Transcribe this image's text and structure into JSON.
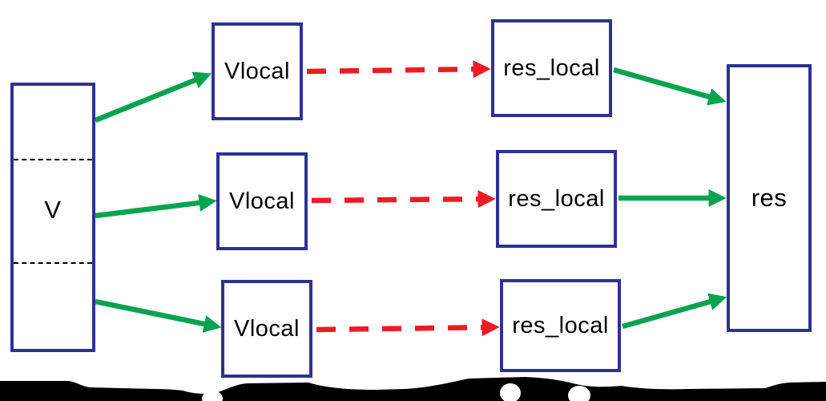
{
  "colors": {
    "background": "#ffffff",
    "box-border": "#2e3193",
    "arrow-green": "#09a350",
    "arrow-red": "#ed1b24",
    "text": "#000000",
    "band": "#000000"
  },
  "nodes": {
    "input": {
      "label": "V"
    },
    "output": {
      "label": "res"
    },
    "rows": [
      {
        "local_input": "Vlocal",
        "local_output": "res_local"
      },
      {
        "local_input": "Vlocal",
        "local_output": "res_local"
      },
      {
        "local_input": "Vlocal",
        "local_output": "res_local"
      }
    ]
  }
}
